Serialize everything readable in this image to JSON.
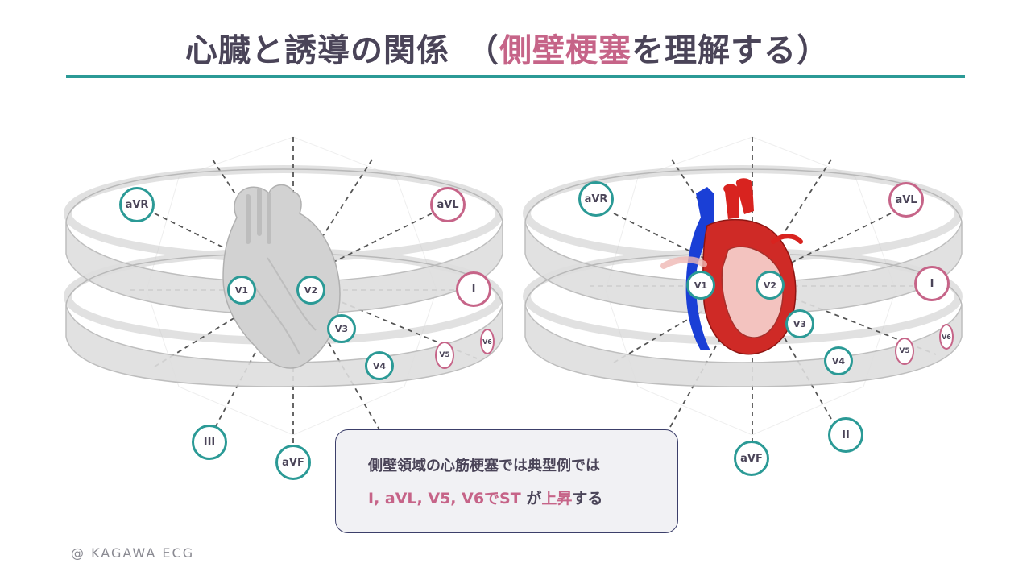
{
  "title": {
    "prefix": "心臓と誘導の関係　（",
    "highlight": "側壁梗塞",
    "suffix": "を理解する）"
  },
  "diagrams": [
    {
      "leads": {
        "aVR": "aVR",
        "aVL": "aVL",
        "I": "I",
        "V1": "V1",
        "V2": "V2",
        "V3": "V3",
        "V4": "V4",
        "V5": "V5",
        "V6": "V6",
        "III": "III",
        "aVF": "aVF"
      }
    },
    {
      "leads": {
        "aVR": "aVR",
        "aVL": "aVL",
        "I": "I",
        "V1": "V1",
        "V2": "V2",
        "V3": "V3",
        "V4": "V4",
        "V5": "V5",
        "V6": "V6",
        "II": "II",
        "aVF": "aVF"
      }
    }
  ],
  "callout": {
    "line1": "側壁領域の心筋梗塞では典型例では",
    "line2_leads": "I, aVL, V5, V6でST",
    "line2_mid": " が",
    "line2_rise": "上昇",
    "line2_end": "する"
  },
  "brand": "@ KAGAWA ECG",
  "colors": {
    "teal": "#2b9a96",
    "pink": "#c66488",
    "text": "#4a4458"
  },
  "icons": [
    "heart-illustration-grey",
    "heart-anatomy-illustration"
  ]
}
